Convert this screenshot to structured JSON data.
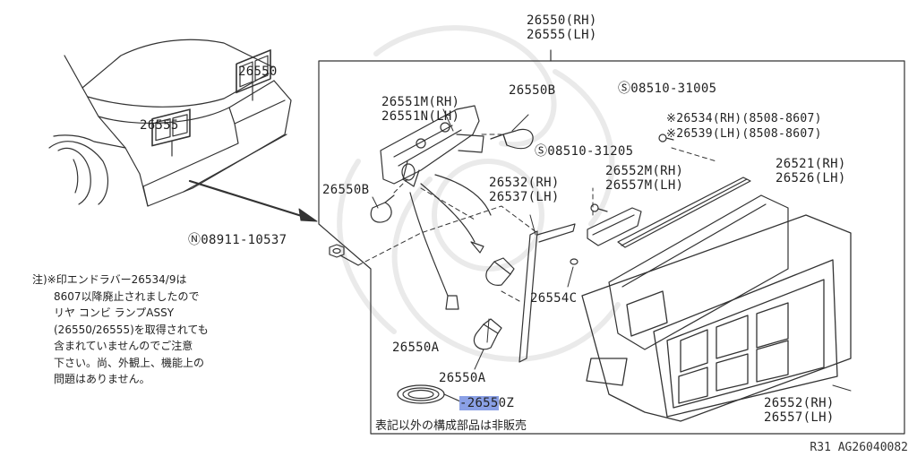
{
  "labels": {
    "assy_rh": "26550(RH)",
    "assy_lh": "26555(LH)",
    "car_rh": "26550",
    "car_lh": "26555",
    "socket_rh": "26551M(RH)",
    "socket_lh": "26551N(LH)",
    "bulb_b_top": "26550B",
    "bulb_b_left": "26550B",
    "screw_1": "Ⓢ08510-31005",
    "screw_2": "Ⓢ08510-31205",
    "rubber_rh": "※26534(RH)(8508-8607)",
    "rubber_lh": "※26539(LH)(8508-8607)",
    "housing_rh": "26521(RH)",
    "housing_lh": "26526(LH)",
    "lens_m_rh": "26552M(RH)",
    "lens_m_lh": "26557M(LH)",
    "seal_rh": "26532(RH)",
    "seal_lh": "26537(LH)",
    "nut": "Ⓝ08911-10537",
    "grommet": "26554C",
    "bulb_a_1": "26550A",
    "bulb_a_2": "26550A",
    "wire": "26550Z",
    "lens_rh": "26552(RH)",
    "lens_lh": "26557(LH)"
  },
  "note_lines": [
    "注)※印エンドラバー26534/9は",
    "　　8607以降廃止されましたので",
    "　　リヤ コンビ ランプASSY",
    "　　(26550/26555)を取得されても",
    "　　含まれていませんのでご注意",
    "　　下さい。尚、外観上、機能上の",
    "　　問題はありません。"
  ],
  "footer_note": "表記以外の構成部品は非販売",
  "diagram_ref": "R31  AG26040082",
  "highlight_color": "#8aa0e6"
}
